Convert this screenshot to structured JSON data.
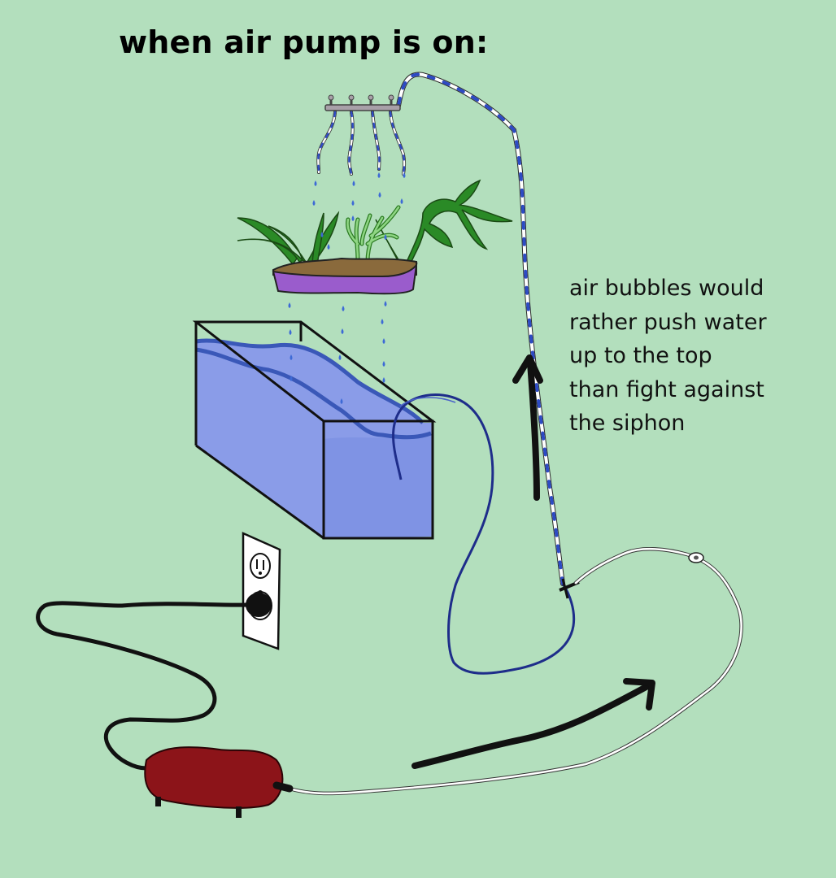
{
  "title": "when air pump is on:",
  "annotation": {
    "lines": [
      "air bubbles would",
      "rather push water",
      "up to the top",
      "than fight against",
      "the siphon"
    ]
  },
  "colors": {
    "background": "#b3dfbd",
    "water": "#8a9ce8",
    "water_line": "#3a58b8",
    "grow_bed_tray": "#9a5ccc",
    "soil": "#8a6a3c",
    "plants": "#2a8a26",
    "pump": "#8c1419",
    "siphon_tube": "#1e2d8a",
    "air_tube": "#ffffff",
    "water_drops": "#3d6ad6",
    "arrows": "#000000"
  },
  "components": [
    "spray-bar-icon",
    "grow-bed-icon",
    "fish-tank-icon",
    "wall-outlet-icon",
    "air-pump-icon",
    "siphon-tube-icon",
    "air-line-icon"
  ]
}
